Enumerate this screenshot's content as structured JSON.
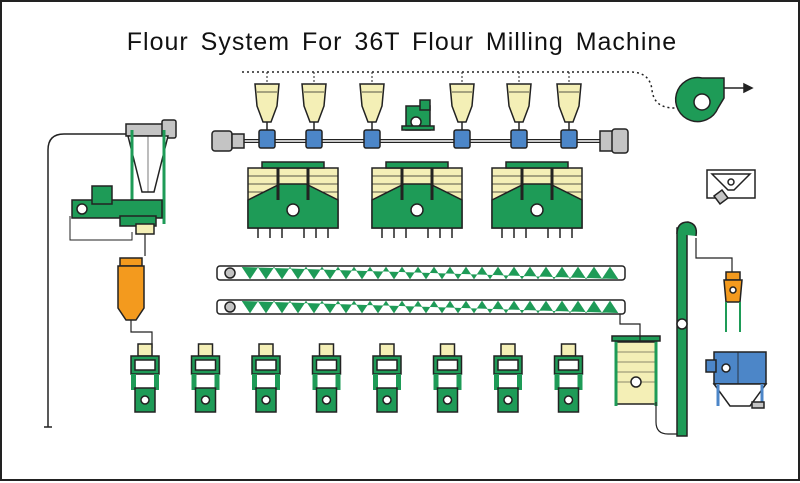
{
  "title": "Flour System For 36T Flour Milling Machine",
  "colors": {
    "machine_green": "#1e9b57",
    "cyclone_cream": "#f4efb6",
    "bucket_orange": "#f39a1e",
    "valve_blue": "#4c86c8",
    "gray": "#c4c4c4",
    "line": "#222222"
  },
  "components": {
    "top_cyclones": 6,
    "plansifters": 3,
    "screw_conveyors": 2,
    "packing_units": 8
  }
}
